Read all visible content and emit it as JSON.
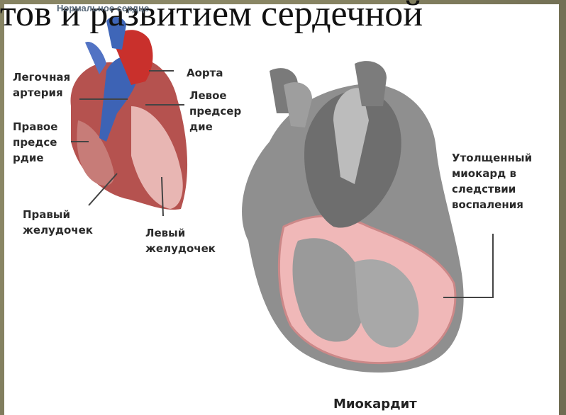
{
  "title": "тов и развитием сердечной",
  "normal_heart_title": "Нормальное сердце",
  "labels": {
    "pulmonary_artery": "Легочная\nартерия",
    "right_atrium": "Правое\nпредсе\nрдие",
    "right_ventricle": "Правый\nжелудочек",
    "aorta": "Аорта",
    "left_atrium": "Левое\nпредсер\nдие",
    "left_ventricle": "Левый\nжелудочек",
    "thickened_myocardium": "Утолщенный\nмиокард в\nследствии\nвоспаления"
  },
  "caption": "Миокардит"
}
